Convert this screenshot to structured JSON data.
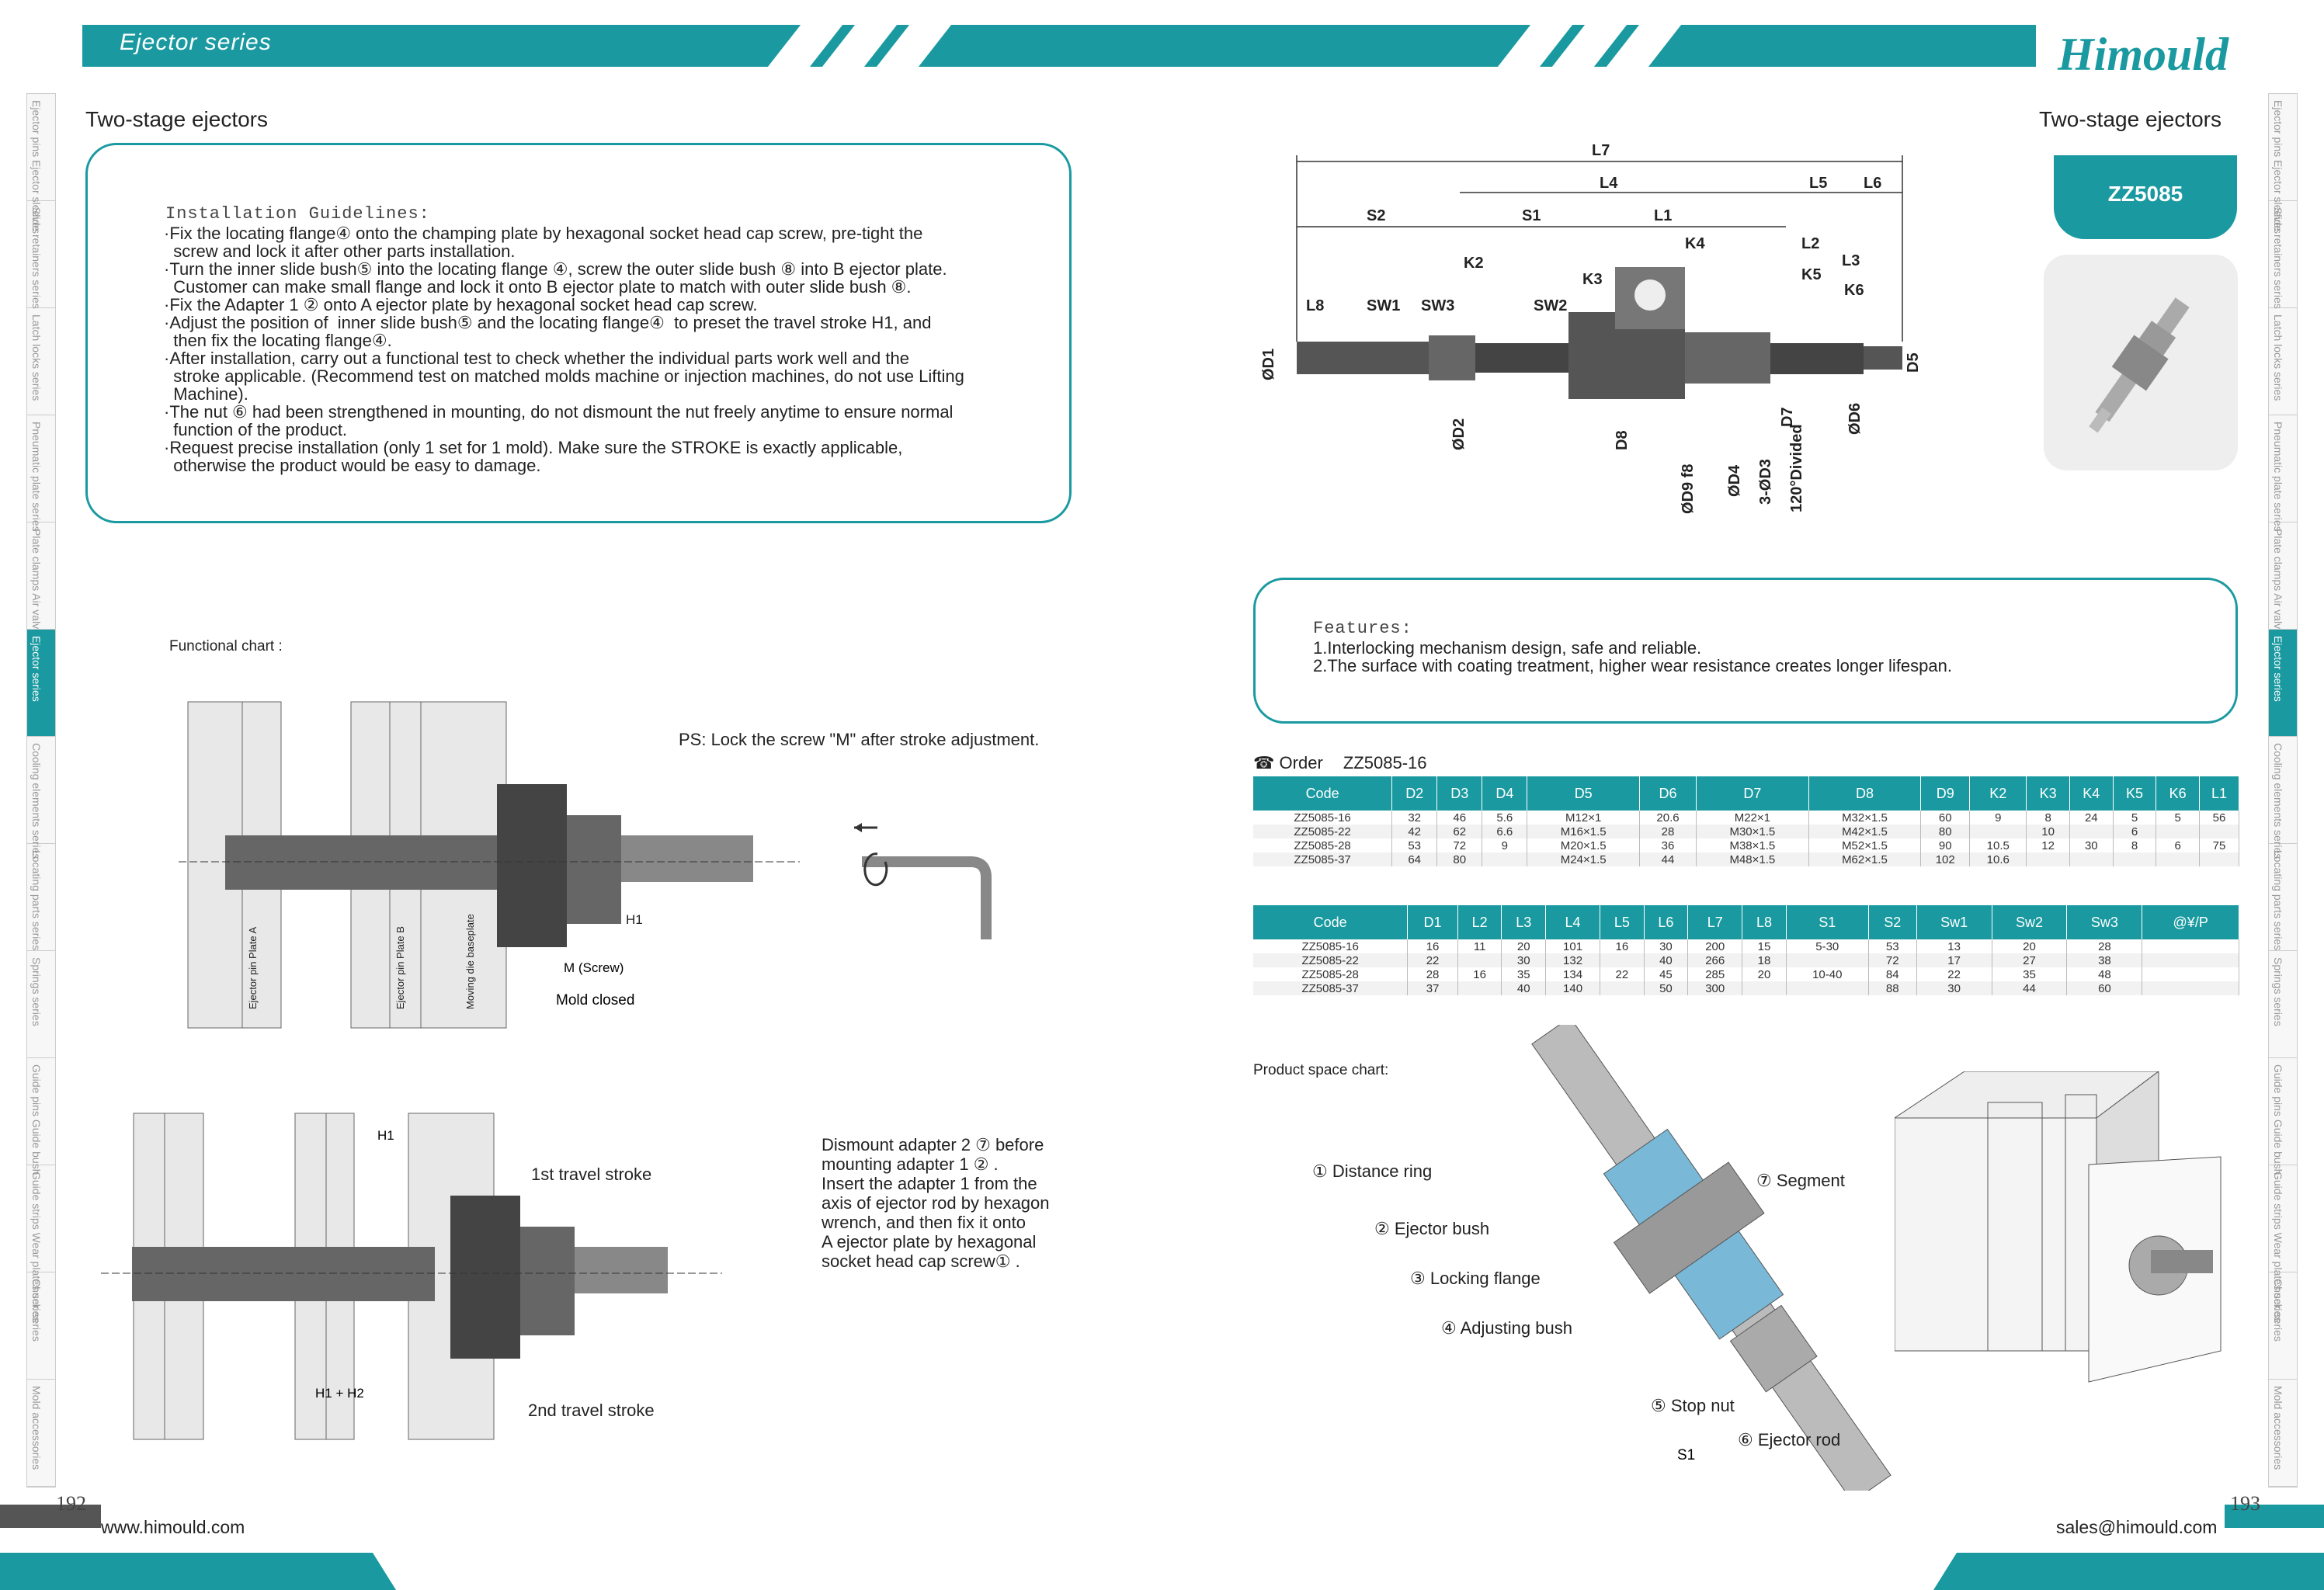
{
  "header": {
    "series": "Ejector series",
    "logo": "Himould",
    "title_left": "Two-stage ejectors",
    "title_right": "Two-stage ejectors",
    "product_code": "ZZ5085"
  },
  "sidebar": [
    "Ejector pins Ejector sleeves",
    "Slide retainers series",
    "Latch locks series",
    "Pneumatic plate series",
    "Plate clamps Air valves series",
    "Ejector series",
    "Cooling elements series",
    "Locating parts series",
    "Springs series",
    "Guide pins Guide bush",
    "Guide strips Wear plates series",
    "Chuck series",
    "Mold accessories"
  ],
  "guidelines": {
    "heading": "Installation Guidelines:",
    "lines": [
      "·Fix the locating flange④ onto the champing plate by hexagonal socket head cap screw, pre-tight the",
      "  screw and lock it after other parts installation.",
      "·Turn the inner slide bush⑤ into the locating flange ④, screw the outer slide bush ⑧ into B ejector plate.",
      "  Customer can make small flange and lock it onto B ejector plate to match with outer slide bush ⑧.",
      "·Fix the Adapter 1 ② onto A ejector plate by hexagonal socket head cap screw.",
      "·Adjust the position of  inner slide bush⑤ and the locating flange④  to preset the travel stroke H1, and",
      "  then fix the locating flange④.",
      "·After installation, carry out a functional test to check whether the individual parts work well and the",
      "  stroke applicable. (Recommend test on matched molds machine or injection machines, do not use Lifting",
      "  Machine).",
      "·The nut ⑥ had been strengthened in mounting, do not dismount the nut freely anytime to ensure normal",
      "  function of the product.",
      "·Request precise installation (only 1 set for 1 mold). Make sure the STROKE is exactly applicable,",
      "  otherwise the product would be easy to damage."
    ]
  },
  "functional": {
    "heading": "Functional chart :",
    "ps": "PS: Lock the screw \"M\" after stroke adjustment.",
    "screw": "M (Screw)",
    "mold_closed": "Mold closed",
    "plate_a": "Ejector pin Plate A",
    "plate_b": "Ejector pin Plate B",
    "moving": "Moving die baseplate",
    "h1": "H1",
    "h1h2": "H1 + H2",
    "stroke1": "1st travel stroke",
    "stroke2": "2nd travel stroke",
    "dismount": [
      "Dismount adapter 2 ⑦ before",
      "mounting adapter 1 ② .",
      "Insert the adapter 1 from the",
      "axis of ejector rod by hexagon",
      "wrench, and then fix it onto",
      "A ejector plate by hexagonal",
      "socket head cap screw① ."
    ]
  },
  "features": {
    "heading": "Features:",
    "lines": [
      "1.Interlocking mechanism design, safe and reliable.",
      "2.The surface with coating treatment, higher wear resistance creates longer lifespan."
    ]
  },
  "order": {
    "label": "Order",
    "code": "ZZ5085-16"
  },
  "table1": {
    "headers": [
      "Code",
      "D2",
      "D3",
      "D4",
      "D5",
      "D6",
      "D7",
      "D8",
      "D9",
      "K2",
      "K3",
      "K4",
      "K5",
      "K6",
      "L1"
    ],
    "rows": [
      [
        "ZZ5085-16",
        "32",
        "46",
        "5.6",
        "M12×1",
        "20.6",
        "M22×1",
        "M32×1.5",
        "60",
        "9",
        "8",
        "24",
        "5",
        "5",
        "56"
      ],
      [
        "ZZ5085-22",
        "42",
        "62",
        "6.6",
        "M16×1.5",
        "28",
        "M30×1.5",
        "M42×1.5",
        "80",
        "",
        "10",
        "",
        "6",
        "",
        ""
      ],
      [
        "ZZ5085-28",
        "53",
        "72",
        "9",
        "M20×1.5",
        "36",
        "M38×1.5",
        "M52×1.5",
        "90",
        "10.5",
        "12",
        "30",
        "8",
        "6",
        "75"
      ],
      [
        "ZZ5085-37",
        "64",
        "80",
        "",
        "M24×1.5",
        "44",
        "M48×1.5",
        "M62×1.5",
        "102",
        "10.6",
        "",
        "",
        "",
        "",
        ""
      ]
    ]
  },
  "table2": {
    "headers": [
      "Code",
      "D1",
      "L2",
      "L3",
      "L4",
      "L5",
      "L6",
      "L7",
      "L8",
      "S1",
      "S2",
      "Sw1",
      "Sw2",
      "Sw3",
      "@¥/P"
    ],
    "rows": [
      [
        "ZZ5085-16",
        "16",
        "11",
        "20",
        "101",
        "16",
        "30",
        "200",
        "15",
        "5-30",
        "53",
        "13",
        "20",
        "28",
        ""
      ],
      [
        "ZZ5085-22",
        "22",
        "",
        "30",
        "132",
        "",
        "40",
        "266",
        "18",
        "",
        "72",
        "17",
        "27",
        "38",
        ""
      ],
      [
        "ZZ5085-28",
        "28",
        "16",
        "35",
        "134",
        "22",
        "45",
        "285",
        "20",
        "10-40",
        "84",
        "22",
        "35",
        "48",
        ""
      ],
      [
        "ZZ5085-37",
        "37",
        "",
        "40",
        "140",
        "",
        "50",
        "300",
        "",
        "",
        "88",
        "30",
        "44",
        "60",
        ""
      ]
    ]
  },
  "space": {
    "heading": "Product space chart:",
    "parts": [
      "① Distance ring",
      "② Ejector bush",
      "③ Locking flange",
      "④ Adjusting bush",
      "⑤ Stop nut",
      "⑥ Ejector rod",
      "⑦ Segment"
    ],
    "s1": "S1"
  },
  "dims": {
    "L7": "L7",
    "L4": "L4",
    "L5": "L5",
    "L6": "L6",
    "S2": "S2",
    "S1": "S1",
    "L1": "L1",
    "K4": "K4",
    "K2": "K2",
    "K3": "K3",
    "L2": "L2",
    "K5": "K5",
    "L3": "L3",
    "K6": "K6",
    "L8": "L8",
    "SW1": "SW1",
    "SW3": "SW3",
    "SW2": "SW2",
    "D1": "ØD1",
    "D2": "ØD2",
    "D8": "D8",
    "D7": "D7",
    "D6": "ØD6",
    "D5": "D5",
    "D9": "ØD9 f8",
    "D4": "ØD4",
    "D3": "3-ØD3",
    "div": "120°Divided"
  },
  "footer": {
    "page_left": "192",
    "page_right": "193",
    "web": "www.himould.com",
    "email": "sales@himould.com"
  }
}
